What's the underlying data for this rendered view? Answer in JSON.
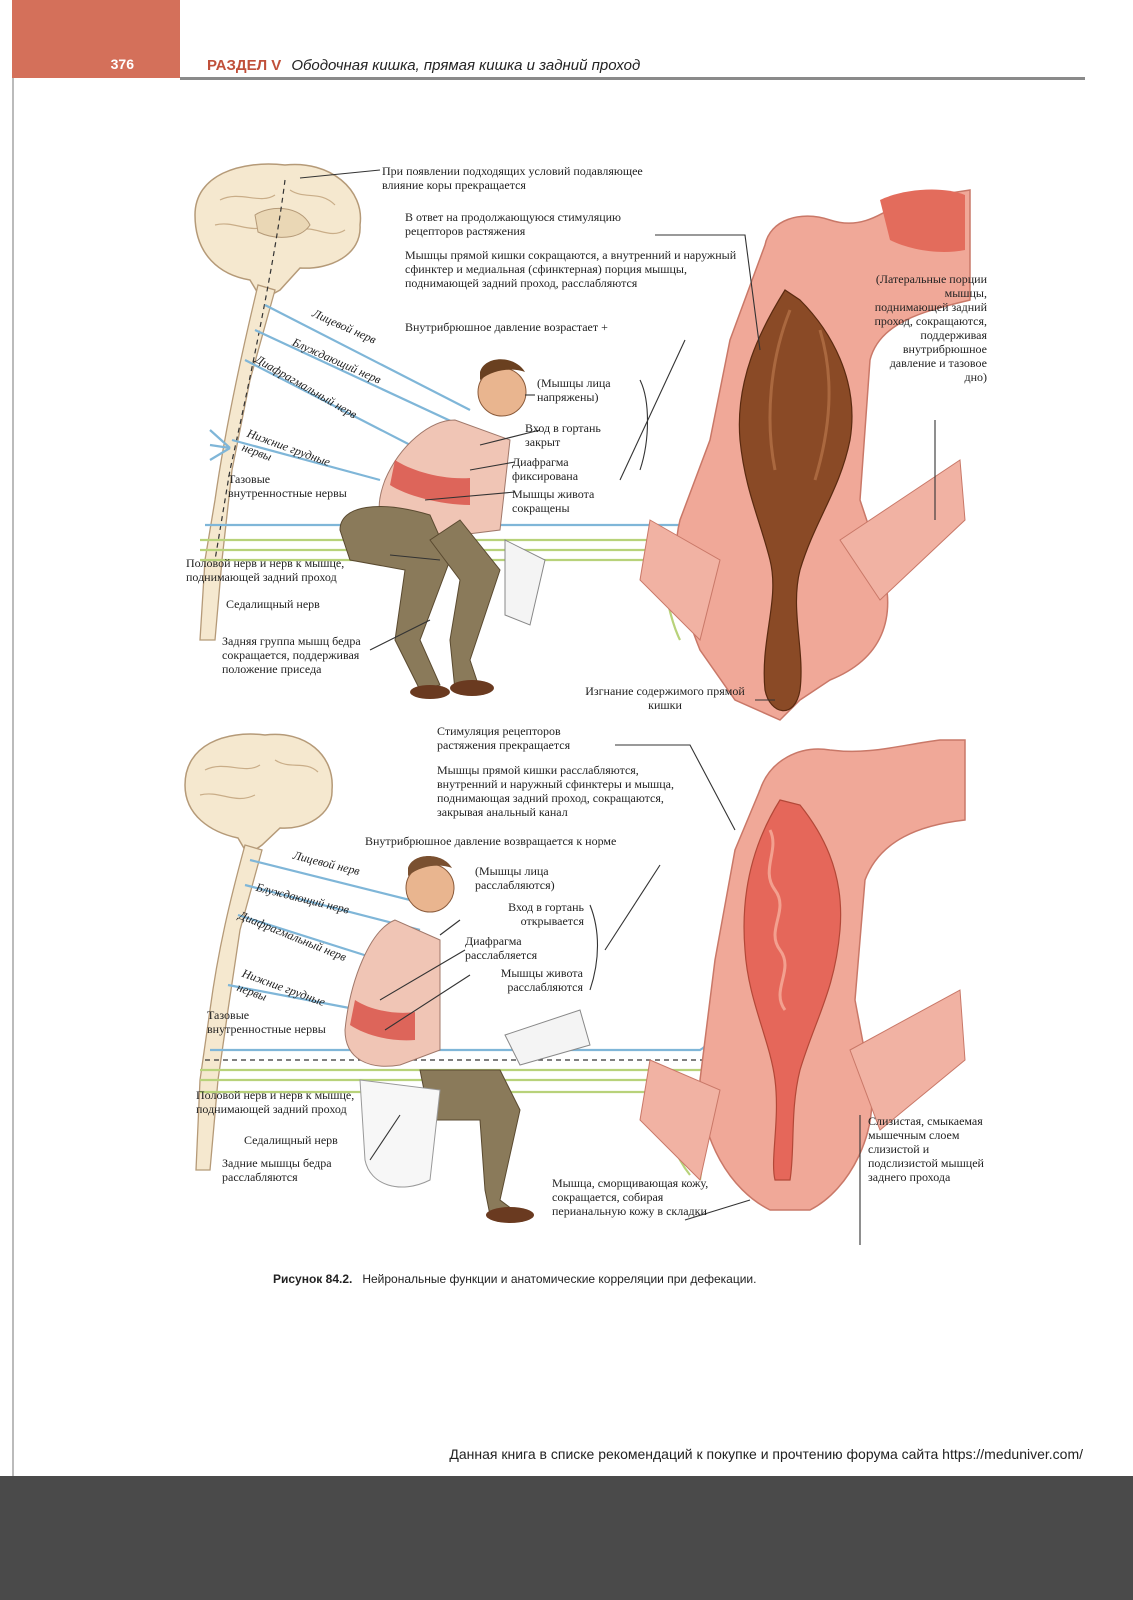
{
  "header": {
    "page_number": "376",
    "section_label": "РАЗДЕЛ V",
    "section_title": "Ободочная кишка, прямая кишка и задний проход"
  },
  "top_panel": {
    "brain_note": "При появлении подходящих условий подавляющее влияние коры прекращается",
    "stimulation_note": "В ответ на продолжающуюся стимуляцию рецепторов растяжения",
    "contraction_note": "Мышцы прямой кишки сокращаются, а внутренний и наружный сфинктер и медиальная (сфинктерная) порция мышцы, поднимающей задний проход, расслабляются",
    "pressure_note": "Внутрибрюшное давление возрастает +",
    "face_muscles": "(Мышцы лица напряжены)",
    "larynx": "Вход в гортань закрыт",
    "diaphragm": "Диафрагма фиксирована",
    "abdomen": "Мышцы живота сокращены",
    "lateral_note": "(Латеральные порции мышцы, поднимающей задний проход, сокращаются, поддерживая внутрибрюшное давление и тазовое дно)",
    "nerves": {
      "facial": "Лицевой нерв",
      "vagus": "Блуждающий нерв",
      "phrenic": "Диафрагмальный нерв",
      "thoracic": "Нижние грудные нервы",
      "pelvic": "Тазовые внутренностные нервы",
      "pudendal": "Половой нерв и нерв к мышце, поднимающей задний проход",
      "sciatic": "Седалищный нерв"
    },
    "hamstrings": "Задняя группа мышц бедра сокращается, поддерживая положение приседа",
    "expulsion": "Изгнание содержимого прямой кишки"
  },
  "bottom_panel": {
    "stimulation_note": "Стимуляция рецепторов растяжения прекращается",
    "relax_note": "Мышцы прямой кишки расслабляются, внутренний и наружный сфинктеры и мышца, поднимающая задний проход, сокращаются, закрывая анальный канал",
    "pressure_note": "Внутрибрюшное давление возвращается к норме",
    "face_muscles": "(Мышцы лица расслабляются)",
    "larynx": "Вход в гортань открывается",
    "diaphragm": "Диафрагма расслабляется",
    "abdomen": "Мышцы живота расслабляются",
    "nerves": {
      "facial": "Лицевой нерв",
      "vagus": "Блуждающий нерв",
      "phrenic": "Диафрагмальный нерв",
      "thoracic": "Нижние грудные нервы",
      "pelvic": "Тазовые внутренностные нервы",
      "pudendal": "Половой нерв и нерв к мышце, поднимающей задний проход",
      "sciatic": "Седалищный нерв"
    },
    "hamstrings": "Задние мышцы бедра расслабляются",
    "corrugator": "Мышца, сморщивающая кожу, сокращается, собирая перианальную кожу в складки",
    "mucosa": "Слизистая, смыкаемая мышечным слоем слизистой и подслизистой мышцей заднего прохода"
  },
  "caption": {
    "label": "Рисунок 84.2.",
    "text": "Нейрональные функции и анатомические корреляции при дефекации."
  },
  "footer_note": "Данная книга в списке рекомендаций к покупке и прочтению форума сайта https://meduniver.com/",
  "colors": {
    "header": "#d4705a",
    "nerve_blue": "#7fb6d8",
    "nerve_green": "#b8d27a",
    "rectum_brown": "#8a4a26",
    "tissue_pink": "#f0a898"
  }
}
